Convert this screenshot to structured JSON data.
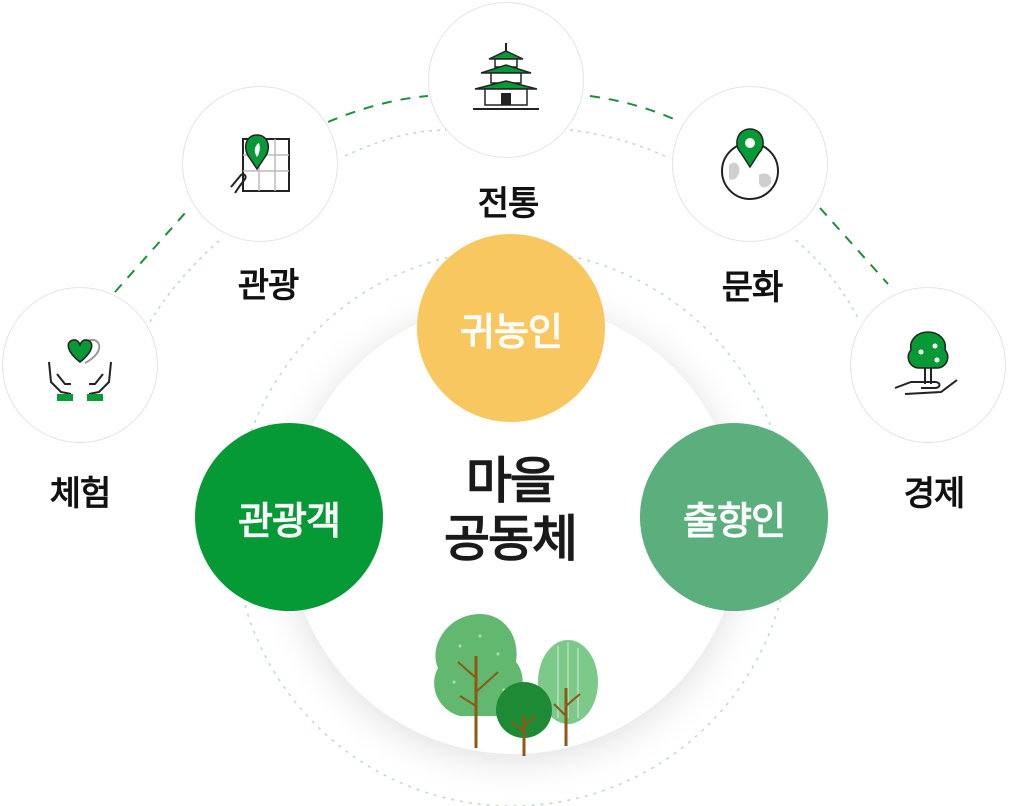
{
  "outer_items": [
    {
      "id": "experience",
      "label": "체험",
      "icon": "caring-hands-heart-icon"
    },
    {
      "id": "tourism",
      "label": "관광",
      "icon": "map-pin-leaf-icon"
    },
    {
      "id": "tradition",
      "label": "전통",
      "icon": "pagoda-icon"
    },
    {
      "id": "culture",
      "label": "문화",
      "icon": "globe-pin-icon"
    },
    {
      "id": "economy",
      "label": "경제",
      "icon": "hand-tree-icon"
    }
  ],
  "center": {
    "line1": "마을",
    "line2": "공동체"
  },
  "members": [
    {
      "id": "returnee",
      "label": "귀농인",
      "color": "#f9c75f"
    },
    {
      "id": "tourist",
      "label": "관광객",
      "color": "#069a36"
    },
    {
      "id": "native",
      "label": "출향인",
      "color": "#5aaf7c"
    }
  ],
  "colors": {
    "accent": "#069a36",
    "dash": "#1b8f3f",
    "light_dash": "#b8dcc4"
  }
}
